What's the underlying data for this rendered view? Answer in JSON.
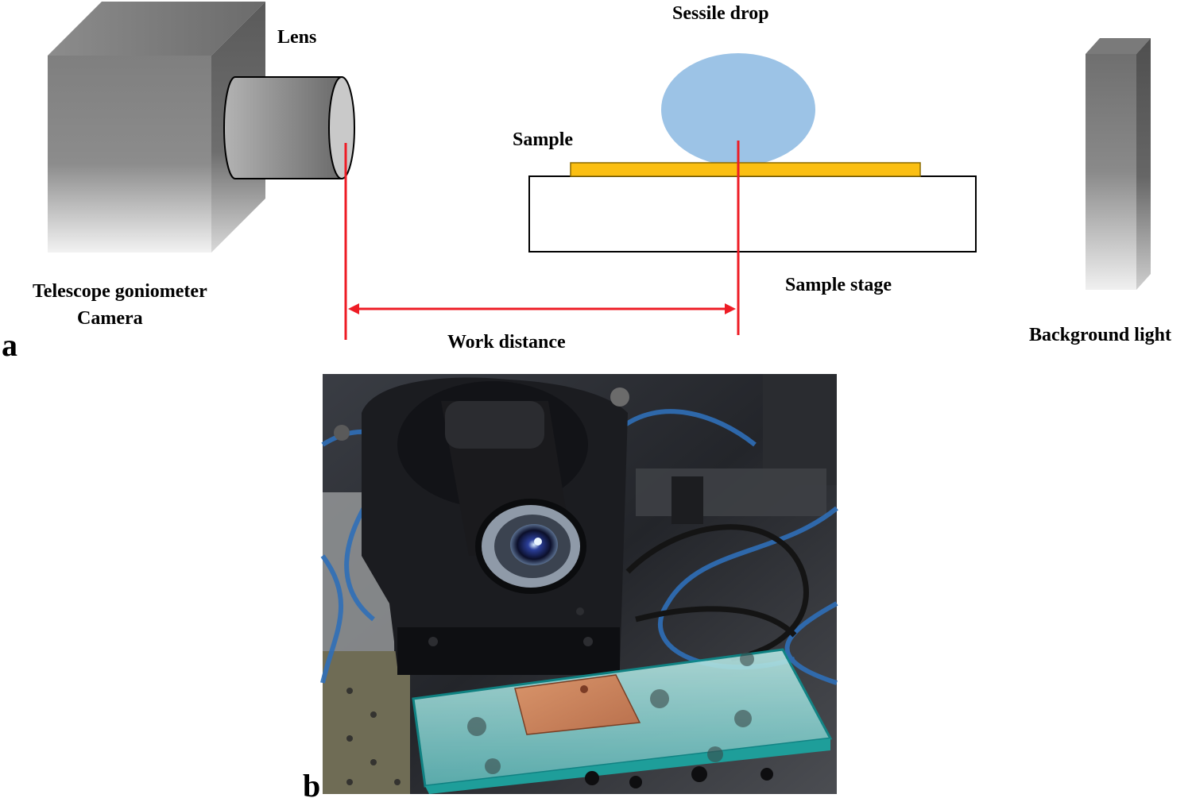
{
  "panel_a": {
    "letter": "a",
    "labels": {
      "lens": "Lens",
      "sessile_drop": "Sessile drop",
      "sample": "Sample",
      "camera_line1": "Telescope goniometer",
      "camera_line2": "Camera",
      "sample_stage": "Sample stage",
      "work_distance": "Work distance",
      "background_light": "Background light"
    },
    "colors": {
      "measurement_line": "#ee1c25",
      "sample_layer": "#fbbf12",
      "drop": "#9cc3e6"
    }
  },
  "panel_b": {
    "letter": "b",
    "description": "photograph"
  }
}
